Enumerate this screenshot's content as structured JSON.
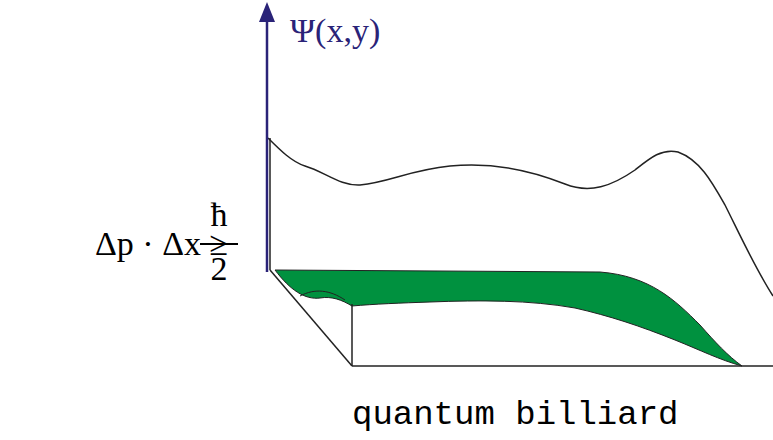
{
  "diagram": {
    "caption": "quantum billiard",
    "labels": [
      "Ψ(x,y)",
      "Δp · Δx ≥",
      "ħ",
      "2"
    ]
  }
}
